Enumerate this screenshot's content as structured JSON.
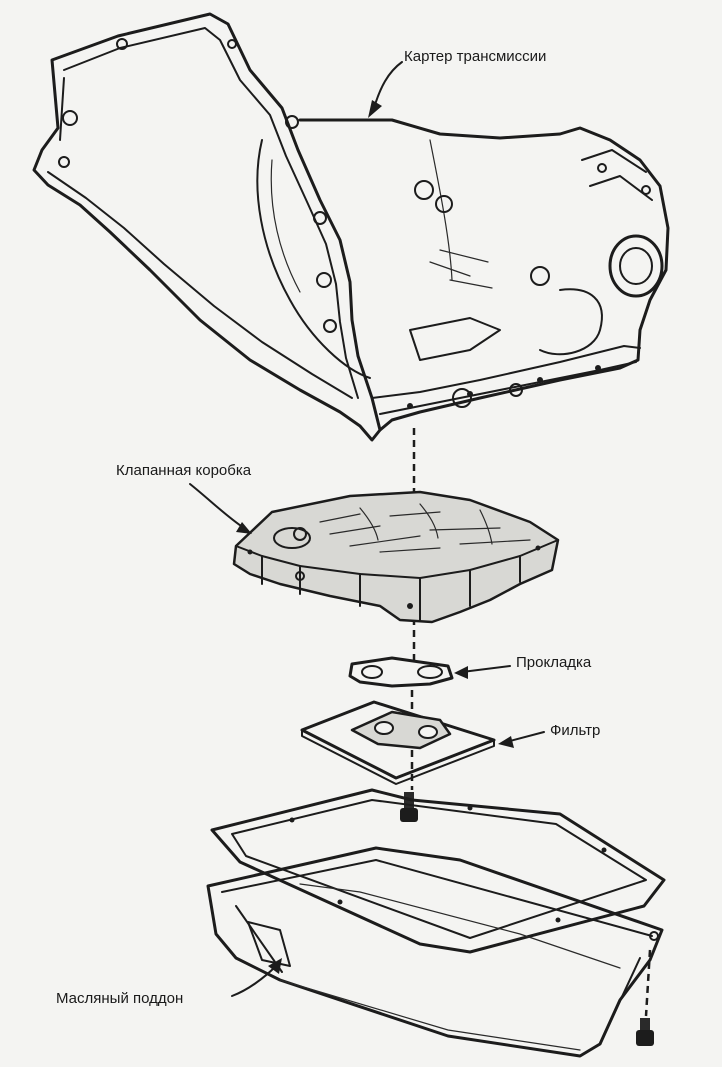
{
  "labels": {
    "transmission_case": "Картер трансмиссии",
    "valve_body": "Клапанная коробка",
    "gasket": "Прокладка",
    "filter": "Фильтр",
    "oil_pan": "Масляный поддон"
  }
}
